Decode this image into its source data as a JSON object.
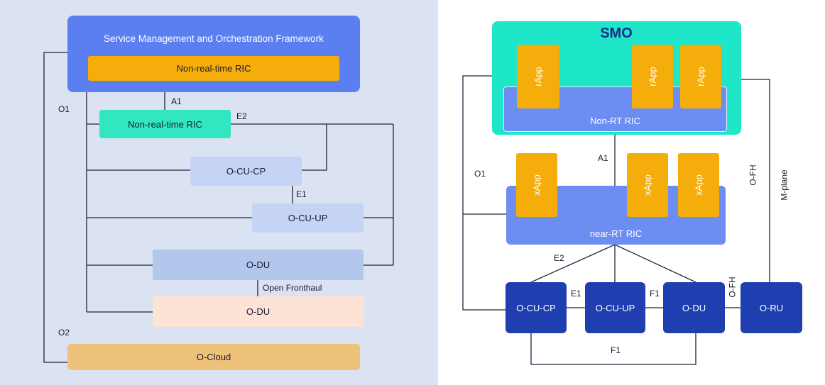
{
  "left": {
    "smo_title": "Service Management and Orchestration Framework",
    "smo_inner": "Non-real-time RIC",
    "nrt_ric": "Non-real-time RIC",
    "cu_cp": "O-CU-CP",
    "cu_up": "O-CU-UP",
    "du1": "O-DU",
    "du2": "O-DU",
    "ocloud": "O-Cloud",
    "labels": {
      "a1": "A1",
      "o1": "O1",
      "e2": "E2",
      "e1": "E1",
      "fronthaul": "Open Fronthaul",
      "o2": "O2"
    }
  },
  "right": {
    "smo": "SMO",
    "rapp": [
      "rApp",
      "rApp",
      "rApp"
    ],
    "nonrt_ric": "Non-RT RIC",
    "xapp": [
      "xApp",
      "xApp",
      "xApp"
    ],
    "nearrt_ric": "near-RT RIC",
    "cu_cp": "O-CU-CP",
    "cu_up": "O-CU-UP",
    "du": "O-DU",
    "ru": "O-RU",
    "labels": {
      "a1": "A1",
      "o1": "O1",
      "e2": "E2",
      "e1": "E1",
      "f1": "F1",
      "f1_bottom": "F1",
      "ofh_vertical": "O-FH",
      "ofh_small": "O-FH",
      "mplane": "M-plane"
    }
  },
  "colors": {
    "left_bg": "#dbe3f2",
    "smo_blue": "#5b7ff0",
    "orange": "#f4ad0a",
    "teal": "#33e6c2",
    "light_blue": "#c5d4f5",
    "mid_blue": "#b3c6ec",
    "peach": "#fde3d6",
    "ocloud": "#eec27a",
    "smo_teal": "#1ee6c8",
    "ric_blue": "#6c8df2",
    "dark_blue": "#1f3fb0"
  }
}
